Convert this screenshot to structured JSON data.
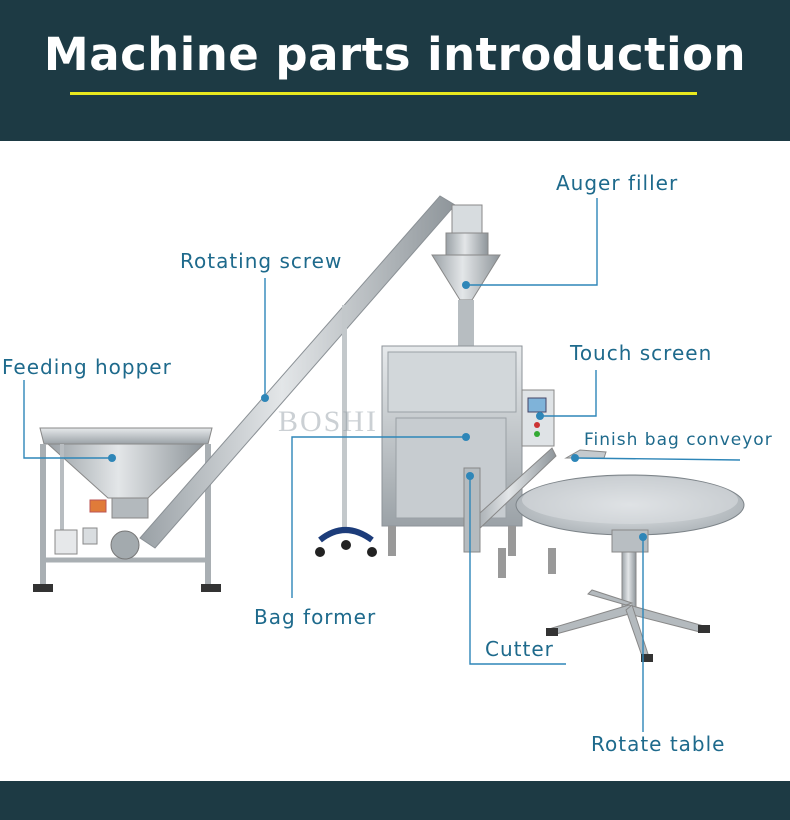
{
  "header": {
    "title": "Machine parts introduction",
    "background": "#1d3a44",
    "underline_color": "#e8e81e"
  },
  "watermark": "BOSHI",
  "labels": {
    "auger_filler": "Auger filler",
    "rotating_screw": "Rotating screw",
    "feeding_hopper": "Feeding hopper",
    "touch_screen": "Touch screen",
    "finish_bag_conveyor": "Finish bag conveyor",
    "bag_former": "Bag former",
    "cutter": "Cutter",
    "rotate_table": "Rotate table"
  },
  "colors": {
    "label": "#1e6a8c",
    "leader_line": "#2e86b8",
    "steel": "#c6cbcf"
  }
}
